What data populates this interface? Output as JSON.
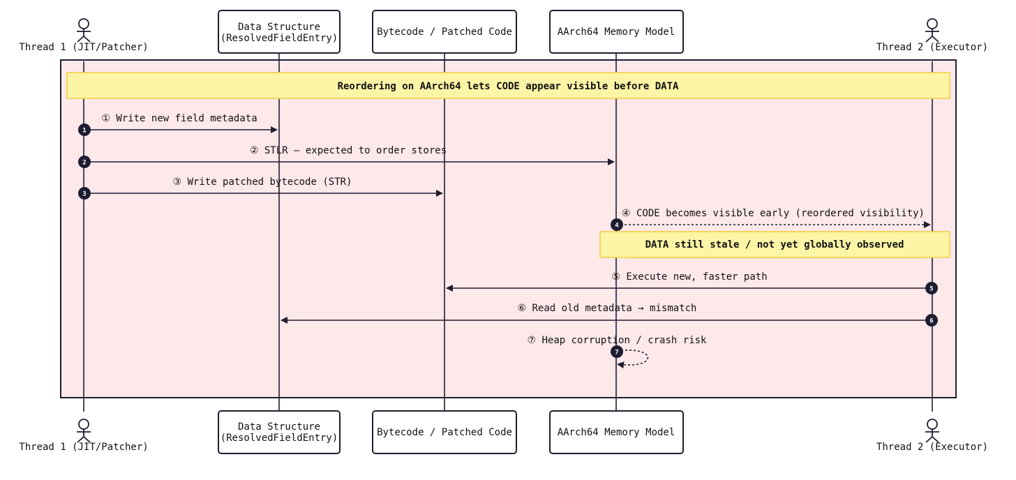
{
  "participants": [
    {
      "id": "thread1",
      "kind": "actor",
      "label": "Thread 1 (JIT/Patcher)"
    },
    {
      "id": "data",
      "kind": "box",
      "label_lines": [
        "Data Structure",
        "(ResolvedFieldEntry)"
      ]
    },
    {
      "id": "bytecode",
      "kind": "box",
      "label_lines": [
        "Bytecode / Patched Code"
      ]
    },
    {
      "id": "memmodel",
      "kind": "box",
      "label_lines": [
        "AArch64 Memory Model"
      ]
    },
    {
      "id": "thread2",
      "kind": "actor",
      "label": "Thread 2 (Executor)"
    }
  ],
  "notes": [
    {
      "id": "reordering-note",
      "text": "Reordering on AArch64 lets CODE appear visible before DATA"
    },
    {
      "id": "stale-note",
      "text": "DATA still stale / not yet globally observed"
    }
  ],
  "messages": [
    {
      "num": "1",
      "text": "① Write new field metadata",
      "style": "solid"
    },
    {
      "num": "2",
      "text": "② STLR — expected to order stores",
      "style": "solid"
    },
    {
      "num": "3",
      "text": "③ Write patched bytecode (STR)",
      "style": "solid"
    },
    {
      "num": "4",
      "text": "④ CODE becomes visible early (reordered visibility)",
      "style": "dotted"
    },
    {
      "num": "5",
      "text": "⑤ Execute new, faster path",
      "style": "solid"
    },
    {
      "num": "6",
      "text": "⑥ Read old metadata → mismatch",
      "style": "solid"
    },
    {
      "num": "7",
      "text": "⑦ Heap corruption / crash risk",
      "style": "dotted"
    }
  ],
  "colors": {
    "region_fill": "#fde8ea",
    "note_fill": "#fdf5a6",
    "note_border": "#f2cd3c",
    "line": "#1e1e32",
    "badge": "#1e1e32"
  }
}
